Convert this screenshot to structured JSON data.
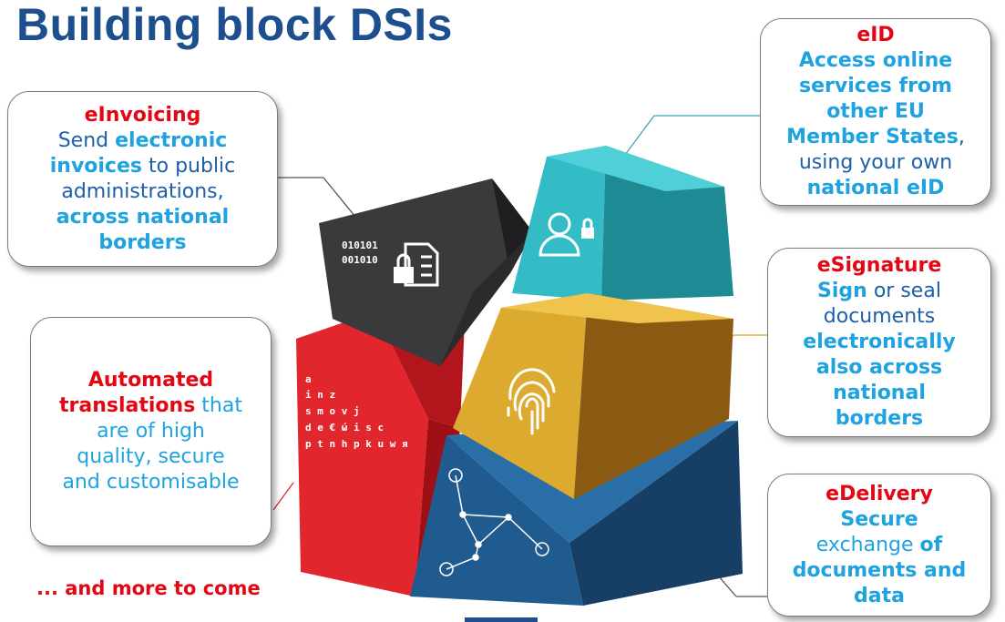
{
  "title": "Building block DSIs",
  "einvoicing": {
    "heading": "eInvoicing",
    "l1a": "Send ",
    "l1b": "electronic",
    "l2a": "invoices",
    "l2b": " to public",
    "l3": "administrations,",
    "l4": "across national",
    "l5": "borders"
  },
  "eid": {
    "heading": "eID",
    "l1": "Access online",
    "l2": "services from",
    "l3": "other EU",
    "l4a": "Member States",
    "l4b": ",",
    "l5": "using your own",
    "l6": "national eID"
  },
  "esignature": {
    "heading": "eSignature",
    "l1a": "Sign",
    "l1b": " or seal",
    "l2": "documents",
    "l3": "electronically",
    "l4": "also across",
    "l5": "national",
    "l6": "borders"
  },
  "translations": {
    "l1": "Automated",
    "l2a": "translations",
    "l2b": " that",
    "l3": "are of high",
    "l4": "quality, secure",
    "l5": "and customisable"
  },
  "edelivery": {
    "heading": "eDelivery",
    "l1": "Secure",
    "l2a": "exchange ",
    "l2b": "of",
    "l3": "documents and",
    "l4": "data"
  },
  "more": "... and more to come",
  "binary": {
    "line1": "010101",
    "line2": "001010"
  },
  "letters": {
    "l1": "a",
    "l2": "i n z",
    "l3": "s m o v j",
    "l4": "d e € ώ i s c",
    "l5": "p t n h p k u w я"
  },
  "colors": {
    "title": "#1d4f8f",
    "red": "#e30613",
    "cyan": "#1ea2e0",
    "dark_blue": "#1d5fa8",
    "block_dark": "#3a3a3d",
    "block_teal": "#2fb3bf",
    "block_gold": "#d9a52a",
    "block_red": "#e1262d",
    "block_blue": "#1f5b8f"
  }
}
